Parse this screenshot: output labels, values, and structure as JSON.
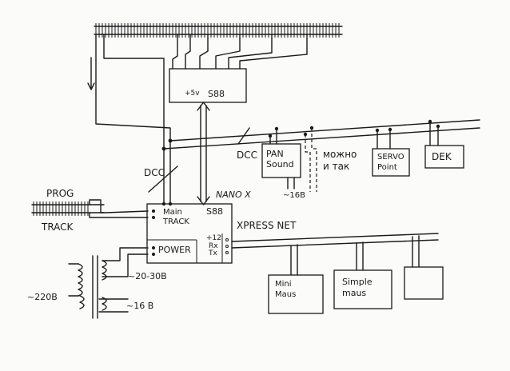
{
  "labels": {
    "s88_top_voltage": "+5v",
    "s88_top": "S88",
    "dcc_left": "DCC",
    "dcc_bus": "DCC",
    "pan_sound": "PAN\nSound",
    "pan_sound_supply": "~16B",
    "possible": "можно\nи так",
    "servo_point": "SERVO\nPoint",
    "dek": "DEK",
    "nano_x": "NANO X",
    "main_track": "Main\nTRACK",
    "nano_s88": "S88",
    "xpress_net": "XPRESS NET",
    "prog_track_1": "PROG",
    "prog_track_2": "TRACK",
    "power": "POWER",
    "plus12": "+12",
    "rx": "Rx",
    "tx": "Tx",
    "power_supply": "~20-30B",
    "mains": "~220B",
    "acc_supply": "~16 B",
    "mini_maus": "Mini\nMaus",
    "simple_maus": "Simple\nmaus"
  }
}
